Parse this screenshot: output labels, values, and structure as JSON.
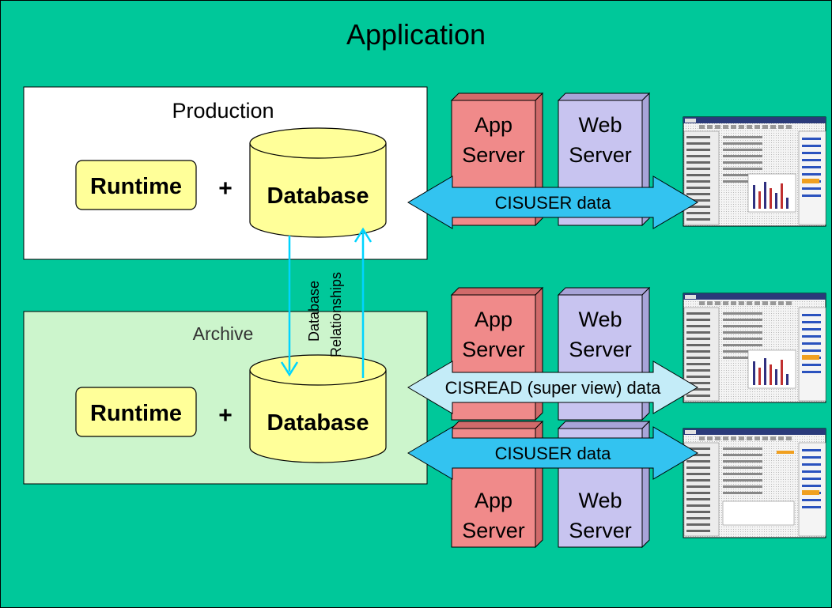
{
  "title": "Application",
  "colors": {
    "background": "#00c89a",
    "production_box": "#ffffff",
    "archive_box": "#ccf5cc",
    "component_fill": "#ffff99",
    "app_server": "#f08a8a",
    "web_server": "#c8c4f0",
    "arrow_cisuser": "#33c3f0",
    "arrow_cisread": "#c4ecf8",
    "relationship_line": "#00d4ff"
  },
  "production": {
    "label": "Production",
    "runtime_label": "Runtime",
    "plus": "+",
    "database_label": "Database"
  },
  "archive": {
    "label": "Archive",
    "runtime_label": "Runtime",
    "plus": "+",
    "database_label": "Database"
  },
  "relationships": {
    "line1": "Database",
    "line2": "Relationships"
  },
  "server_stacks": [
    {
      "app_line1": "App",
      "app_line2": "Server",
      "web_line1": "Web",
      "web_line2": "Server"
    },
    {
      "app_line1": "App",
      "app_line2": "Server",
      "web_line1": "Web",
      "web_line2": "Server"
    },
    {
      "app_line1": "App",
      "app_line2": "Server",
      "web_line1": "Web",
      "web_line2": "Server"
    }
  ],
  "arrows": {
    "cisuser_1": "CISUSER data",
    "cisread": "CISREAD (super view) data",
    "cisuser_2": "CISUSER data"
  }
}
